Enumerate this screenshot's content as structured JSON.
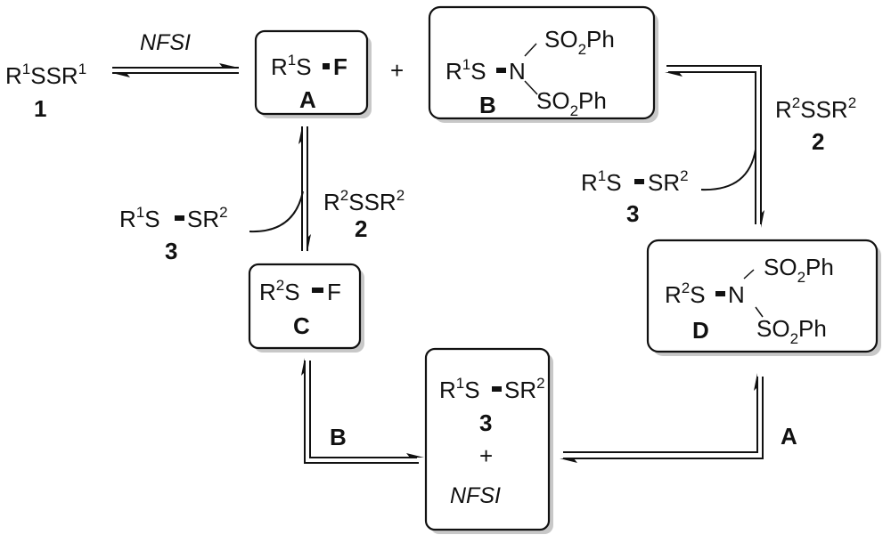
{
  "scheme": {
    "compound_1": {
      "formula_r": "R",
      "sup1": "1",
      "mid": "SSR",
      "sup2": "1",
      "label": "1"
    },
    "reagent_top": "NFSI",
    "box_A": {
      "r": "R",
      "sup": "1",
      "s": "S",
      "x": "F",
      "label": "A"
    },
    "plus_top": "+",
    "box_B": {
      "r": "R",
      "sup": "1",
      "s": "S",
      "n": "N",
      "so2ph_top": "SO",
      "sub2_top": "2",
      "ph_top": "Ph",
      "so2ph_bot": "SO",
      "sub2_bot": "2",
      "ph_bot": "Ph",
      "label": "B"
    },
    "left_cycle": {
      "product": {
        "r": "R",
        "sup1": "1",
        "s1": "S",
        "s2": "SR",
        "sup2": "2",
        "label": "3"
      },
      "reagent": {
        "r": "R",
        "sup1": "2",
        "mid": "SSR",
        "sup2": "2",
        "label": "2"
      }
    },
    "box_C": {
      "r": "R",
      "sup": "2",
      "s": "S",
      "x": "F",
      "label": "C"
    },
    "right_cycle": {
      "product": {
        "r": "R",
        "sup1": "1",
        "s1": "S",
        "s2": "SR",
        "sup2": "2",
        "label": "3"
      },
      "reagent": {
        "r": "R",
        "sup1": "2",
        "mid": "SSR",
        "sup2": "2",
        "label": "2"
      }
    },
    "box_D": {
      "r": "R",
      "sup": "2",
      "s": "S",
      "n": "N",
      "so2ph_top": "SO",
      "sub2_top": "2",
      "ph_top": "Ph",
      "so2ph_bot": "SO",
      "sub2_bot": "2",
      "ph_bot": "Ph",
      "label": "D"
    },
    "box_center": {
      "r": "R",
      "sup1": "1",
      "s1": "S",
      "s2": "SR",
      "sup2": "2",
      "label": "3",
      "plus": "+",
      "reagent": "NFSI"
    },
    "arrow_label_B": "B",
    "arrow_label_A": "A"
  }
}
